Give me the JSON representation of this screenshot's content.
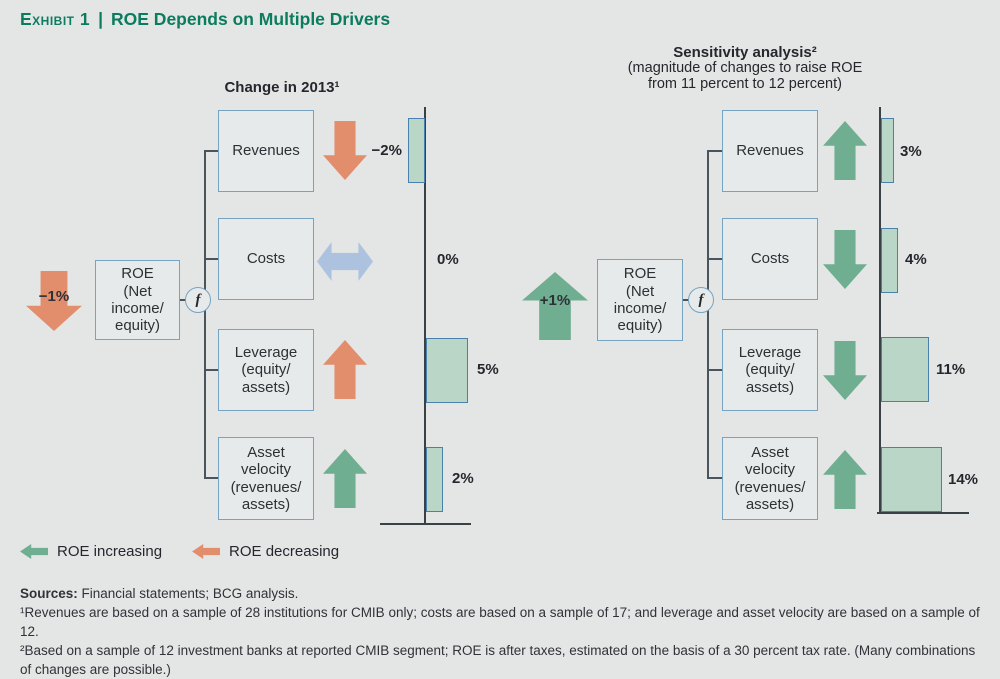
{
  "exhibit": {
    "label": "Exhibit 1",
    "separator": "|",
    "title": "ROE Depends on Multiple Drivers"
  },
  "panels": [
    {
      "title": "Change in 2013¹",
      "subtitle": "",
      "roe": {
        "label": "ROE\n(Net\nincome/\nequity)",
        "change": "−1%",
        "direction": "down",
        "meaning": "ROE decreasing"
      },
      "function_symbol": "f",
      "drivers": [
        {
          "label": "Revenues",
          "value": "−2%",
          "value_num": -2,
          "arrow": "down",
          "arrow_color": "orange"
        },
        {
          "label": "Costs",
          "value": "0%",
          "value_num": 0,
          "arrow": "flat",
          "arrow_color": "blue"
        },
        {
          "label": "Leverage\n(equity/\nassets)",
          "value": "5%",
          "value_num": 5,
          "arrow": "up",
          "arrow_color": "orange"
        },
        {
          "label": "Asset\nvelocity\n(revenues/\nassets)",
          "value": "2%",
          "value_num": 2,
          "arrow": "up",
          "arrow_color": "green"
        }
      ]
    },
    {
      "title": "Sensitivity analysis²",
      "subtitle": "(magnitude of changes to raise ROE\nfrom 11 percent to 12 percent)",
      "roe": {
        "label": "ROE\n(Net\nincome/\nequity)",
        "change": "+1%",
        "direction": "up",
        "meaning": "ROE increasing"
      },
      "function_symbol": "f",
      "drivers": [
        {
          "label": "Revenues",
          "value": "3%",
          "value_num": 3,
          "arrow": "up",
          "arrow_color": "green"
        },
        {
          "label": "Costs",
          "value": "4%",
          "value_num": 4,
          "arrow": "down",
          "arrow_color": "green"
        },
        {
          "label": "Leverage\n(equity/\nassets)",
          "value": "11%",
          "value_num": 11,
          "arrow": "down",
          "arrow_color": "green"
        },
        {
          "label": "Asset\nvelocity\n(revenues/\nassets)",
          "value": "14%",
          "value_num": 14,
          "arrow": "up",
          "arrow_color": "green"
        }
      ]
    }
  ],
  "legend": [
    {
      "label": "ROE increasing",
      "color": "#6fae91"
    },
    {
      "label": "ROE decreasing",
      "color": "#e28e6d"
    }
  ],
  "footnotes": {
    "sources_label": "Sources:",
    "sources_text": " Financial statements; BCG analysis.",
    "note1": "¹Revenues are based on a sample of 28 institutions for CMIB only; costs are based on a sample of 17; and leverage and asset velocity are based on a sample of 12.",
    "note2": "²Based on a sample of 12 investment banks at reported CMIB segment; ROE is after taxes, estimated on the basis of a 30 percent tax rate. (Many combinations of changes are possible.)"
  },
  "colors": {
    "title_green": "#0c7c5e",
    "arrow_green": "#6fae91",
    "arrow_orange": "#e28e6d",
    "arrow_blue": "#adc2de",
    "bar_fill": "#b9d6c6",
    "bar_border": "#4a80ac",
    "box_border": "#76a3c2"
  },
  "chart_data": [
    {
      "type": "bar",
      "orientation": "horizontal",
      "title": "Change in 2013¹",
      "categories": [
        "Revenues",
        "Costs",
        "Leverage (equity/assets)",
        "Asset velocity (revenues/assets)"
      ],
      "values": [
        -2,
        0,
        5,
        2
      ],
      "value_labels": [
        "−2%",
        "0%",
        "5%",
        "2%"
      ],
      "unit": "percent",
      "overall_roe_change": -1,
      "layout": "vertical zero axis; negative bars extend left, positive bars extend right; no gridlines"
    },
    {
      "type": "bar",
      "orientation": "horizontal",
      "title": "Sensitivity analysis² (magnitude of changes to raise ROE from 11 percent to 12 percent)",
      "categories": [
        "Revenues",
        "Costs",
        "Leverage (equity/assets)",
        "Asset velocity (revenues/assets)"
      ],
      "values": [
        3,
        4,
        11,
        14
      ],
      "value_labels": [
        "3%",
        "4%",
        "11%",
        "14%"
      ],
      "unit": "percent",
      "overall_roe_change": 1,
      "layout": "vertical zero axis; all bars extend right; no gridlines"
    }
  ]
}
